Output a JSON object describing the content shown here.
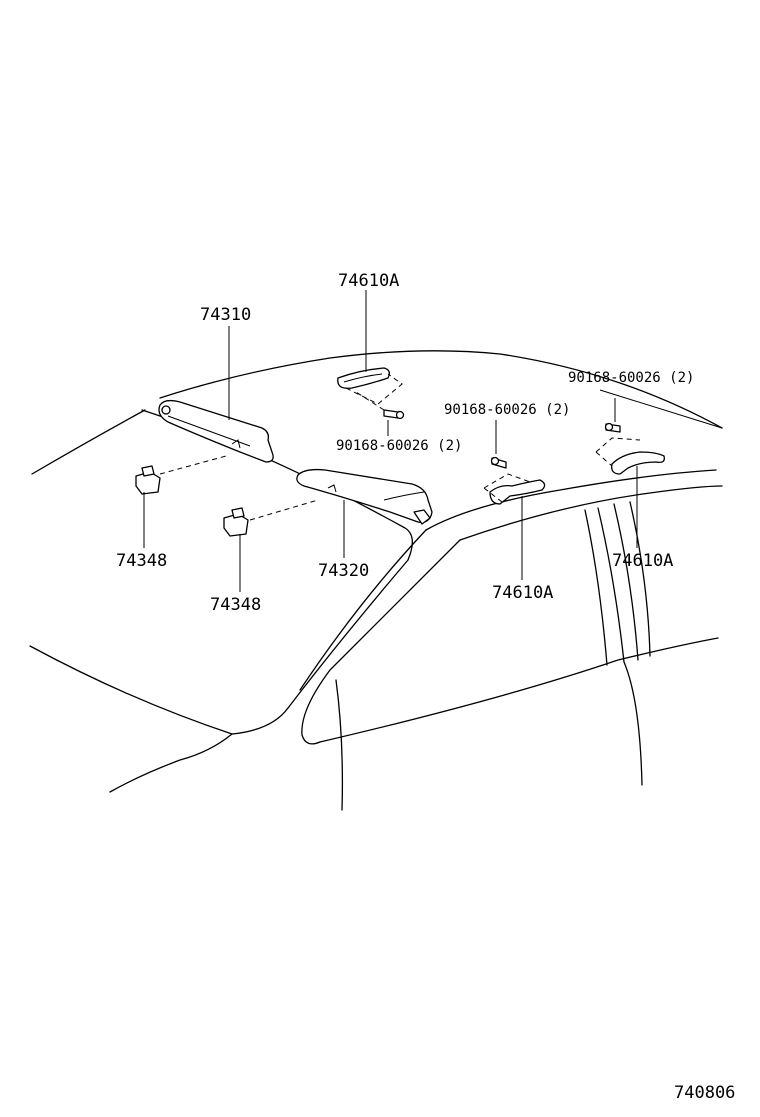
{
  "diagram": {
    "callouts": {
      "handle_center": "74610A",
      "visor_left": "74310",
      "screw_top_right": "90168-60026 (2)",
      "screw_mid": "90168-60026 (2)",
      "screw_center": "90168-60026 (2)",
      "holder_left": "74348",
      "holder_center": "74348",
      "visor_right": "74320",
      "handle_mid": "74610A",
      "handle_right": "74610A"
    },
    "figure_number": "740806"
  }
}
